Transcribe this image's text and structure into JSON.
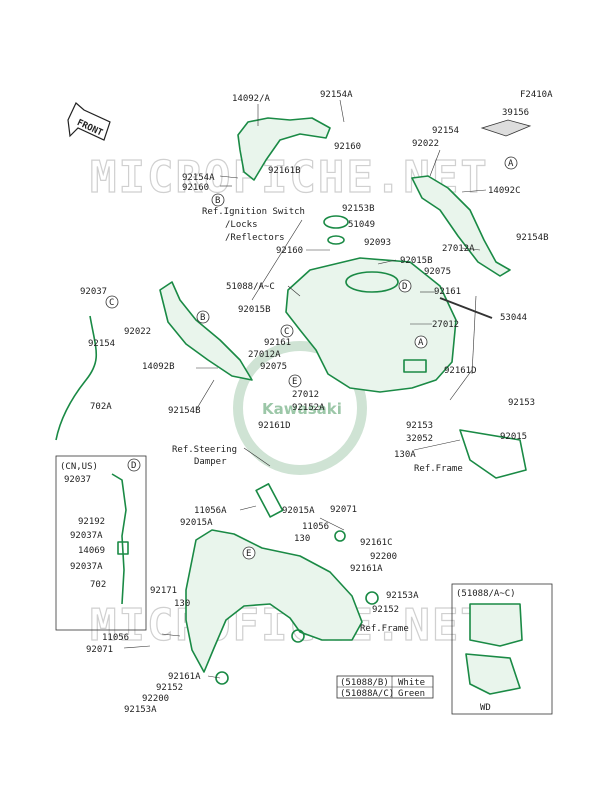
{
  "diagram_code": "F2410A",
  "watermark": "MICROFICHE.NET",
  "logo_text": "Kawasaki",
  "front_label": "FRONT",
  "labels": {
    "p14092A": "14092/A",
    "p92154A_top": "92154A",
    "p39156": "39156",
    "p92154_top": "92154",
    "p92022_top": "92022",
    "p92154A_left": "92154A",
    "p92160_a": "92160",
    "p92160_b": "92160",
    "p92161B": "92161B",
    "p14092C": "14092C",
    "ref_ign1": "Ref.Ignition Switch",
    "ref_ign2": "/Locks",
    "ref_ign3": "/Reflectors",
    "p92153B": "92153B",
    "p51049": "51049",
    "p92160_c": "92160",
    "p92093": "92093",
    "p27012A_top": "27012A",
    "p92154B_r": "92154B",
    "p92015B_a": "92015B",
    "p92075_a": "92075",
    "p92037": "92037",
    "p51088": "51088/A~C",
    "p92161_r": "92161",
    "p53044": "53044",
    "p92022_left": "92022",
    "p92154_left": "92154",
    "p92015B_b": "92015B",
    "p27012": "27012",
    "p92161_m": "92161",
    "p14092B": "14092B",
    "p27012A_m": "27012A",
    "p92075_b": "92075",
    "p92161D_r": "92161D",
    "p702A": "702A",
    "p92154B_l": "92154B",
    "p27012_m": "27012",
    "p92152A": "92152A",
    "p92153_r": "92153",
    "p92153_r2": "92153",
    "p32052": "32052",
    "p92015_r": "92015",
    "p92161D_m": "92161D",
    "ref_steer1": "Ref.Steering",
    "ref_steer2": "Damper",
    "p130A": "130A",
    "ref_frame_r": "Ref.Frame",
    "cn_us": "(CN,US)",
    "p92037_box": "92037",
    "p11056A": "11056A",
    "p92015A_a": "92015A",
    "p92015A_b": "92015A",
    "p92071_r": "92071",
    "p92192": "92192",
    "p92037A_a": "92037A",
    "p14069": "14069",
    "p92037A_b": "92037A",
    "p702": "702",
    "p11056_r": "11056",
    "p130_r": "130",
    "p92161C": "92161C",
    "p92200_r": "92200",
    "p92161A_r": "92161A",
    "p92153A_r": "92153A",
    "p92152_r": "92152",
    "p92171": "92171",
    "p130_l": "130",
    "p11056_l": "11056",
    "p92071_l": "92071",
    "ref_frame_b": "Ref.Frame",
    "p92161A_b": "92161A",
    "p92152_b": "92152",
    "p92200_b": "92200",
    "p92153A_b": "92153A",
    "inset_title": "(51088/A~C)",
    "inset_sub": "WD",
    "legend_b_code": "(51088/B)",
    "legend_b_color": "White",
    "legend_ac_code": "(51088A/C)",
    "legend_ac_color": "Green"
  },
  "callouts": [
    "A",
    "B",
    "C",
    "D",
    "E"
  ]
}
